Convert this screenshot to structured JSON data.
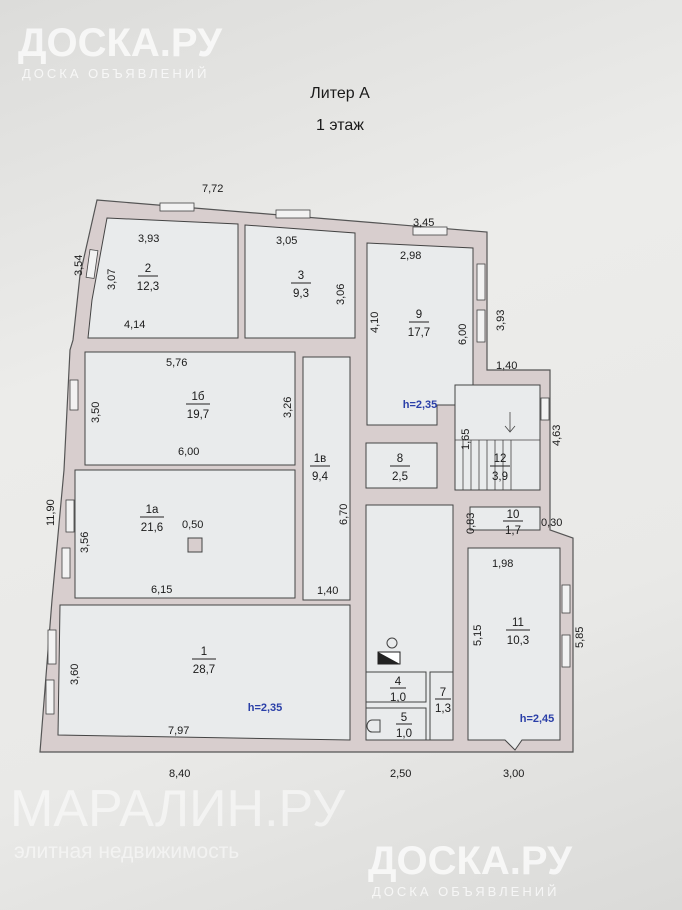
{
  "watermark_top": {
    "brand": "ДОСКА.РУ",
    "tagline": "ДОСКА ОБЪЯВЛЕНИЙ"
  },
  "watermark_bottom": {
    "brand": "ДОСКА.РУ",
    "tagline": "ДОСКА ОБЪЯВЛЕНИЙ"
  },
  "watermark_center": {
    "brand": "МАРАЛИН.РУ",
    "tagline": "элитная недвижимость"
  },
  "title": {
    "line1": "Литер А",
    "line2": "1 этаж"
  },
  "rooms": [
    {
      "number": "2",
      "area": "12,3"
    },
    {
      "number": "3",
      "area": "9,3"
    },
    {
      "number": "9",
      "area": "17,7"
    },
    {
      "number": "1б",
      "area": "19,7"
    },
    {
      "number": "1в",
      "area": "9,4"
    },
    {
      "number": "8",
      "area": "2,5"
    },
    {
      "number": "12",
      "area": "3,9"
    },
    {
      "number": "10",
      "area": "1,7"
    },
    {
      "number": "1а",
      "area": "21,6"
    },
    {
      "number": "11",
      "area": "10,3"
    },
    {
      "number": "1",
      "area": "28,7"
    },
    {
      "number": "4",
      "area": "1,0"
    },
    {
      "number": "5",
      "area": "1,0"
    },
    {
      "number": "7",
      "area": "1,3"
    }
  ],
  "heights": [
    "h=2,35",
    "h=2,35",
    "h=2,45"
  ],
  "dimensions": [
    "7,72",
    "3,93",
    "3,07",
    "3,54",
    "4,14",
    "3,05",
    "3,06",
    "3,45",
    "2,98",
    "4,10",
    "6,00",
    "3,93",
    "1,40",
    "5,76",
    "3,50",
    "3,26",
    "6,00",
    "4,63",
    "1,65",
    "6,70",
    "11,90",
    "0,83",
    "0,30",
    "3,56",
    "0,50",
    "6,15",
    "1,40",
    "1,98",
    "5,15",
    "5,85",
    "3,60",
    "7,97",
    "8,40",
    "2,50",
    "3,00"
  ],
  "colors": {
    "wall": "#d8cece",
    "room": "#e9ebec",
    "height_label": "#2a3fa8"
  }
}
